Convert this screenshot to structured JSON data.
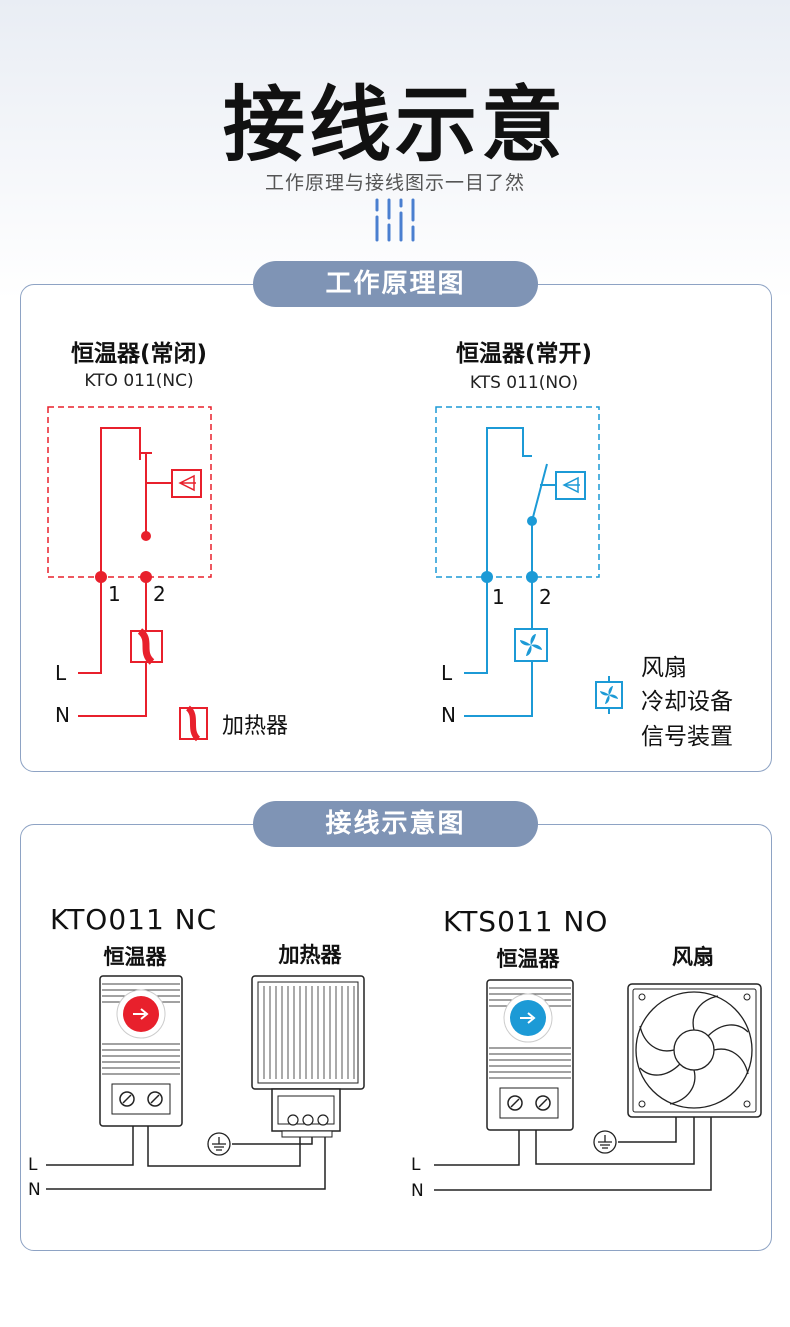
{
  "header": {
    "title": "接线示意",
    "subtitle": "工作原理与接线图示一目了然"
  },
  "section1": {
    "label": "工作原理图",
    "nc": {
      "title": "恒温器(常闭)",
      "model": "KTO 011(NC)"
    },
    "no": {
      "title": "恒温器(常开)",
      "model": "KTS  011(NO)"
    },
    "terminal1": "1",
    "terminal2": "2",
    "line_L": "L",
    "line_N": "N",
    "heater_legend": "加热器",
    "fan_legend": [
      "风扇",
      "冷却设备",
      "信号装置"
    ]
  },
  "section2": {
    "label": "接线示意图",
    "nc": {
      "model": "KTO011  NC",
      "thermostat": "恒温器",
      "device": "加热器"
    },
    "no": {
      "model": "KTS011  NO",
      "thermostat": "恒温器",
      "device": "风扇"
    },
    "line_L": "L",
    "line_N": "N"
  },
  "colors": {
    "nc_red": "#e8202c",
    "no_blue": "#1c9ad6",
    "pill": "#7f94b5",
    "border": "#8ea3c4"
  }
}
